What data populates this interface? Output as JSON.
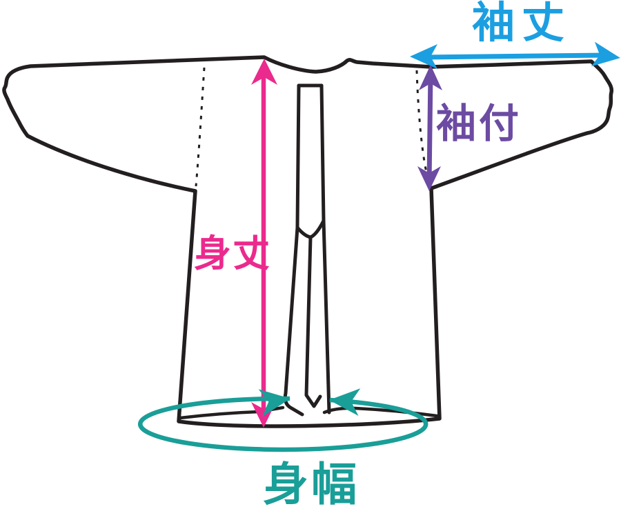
{
  "figure": {
    "type": "garment-measurement-diagram",
    "subject": "kimono-sleeve smock, front view",
    "background": "#ffffff",
    "outline_color": "#231f20"
  },
  "measurements": {
    "sleeve_length": {
      "label": "袖丈",
      "color": "#1b9fe1",
      "indicator": "horizontal double-headed arrow across right sleeve top"
    },
    "sleeve_attach": {
      "label": "袖付",
      "color": "#6c4ba2",
      "indicator": "vertical double-headed arrow along right armhole"
    },
    "body_length": {
      "label": "身丈",
      "color": "#eb2a8d",
      "indicator": "vertical double-headed arrow from shoulder to hem"
    },
    "body_width": {
      "label": "身幅",
      "color": "#1a9e98",
      "indicator": "ellipse around hem with two inward arrowheads"
    }
  }
}
